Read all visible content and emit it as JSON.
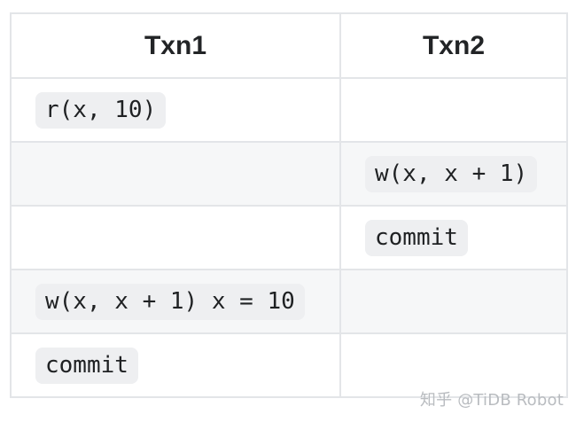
{
  "table": {
    "headers": [
      "Txn1",
      "Txn2"
    ],
    "rows": [
      {
        "txn1": "r(x, 10)",
        "txn2": ""
      },
      {
        "txn1": "",
        "txn2": "w(x, x + 1)"
      },
      {
        "txn1": "",
        "txn2": "commit"
      },
      {
        "txn1": "w(x, x + 1) x = 10",
        "txn2": ""
      },
      {
        "txn1": "commit",
        "txn2": ""
      }
    ]
  },
  "watermark": "知乎 @TiDB Robot",
  "colors": {
    "border": "#e3e5e8",
    "shaded_row": "#f6f7f8",
    "code_bg": "#eeeff1",
    "text": "#222426"
  }
}
